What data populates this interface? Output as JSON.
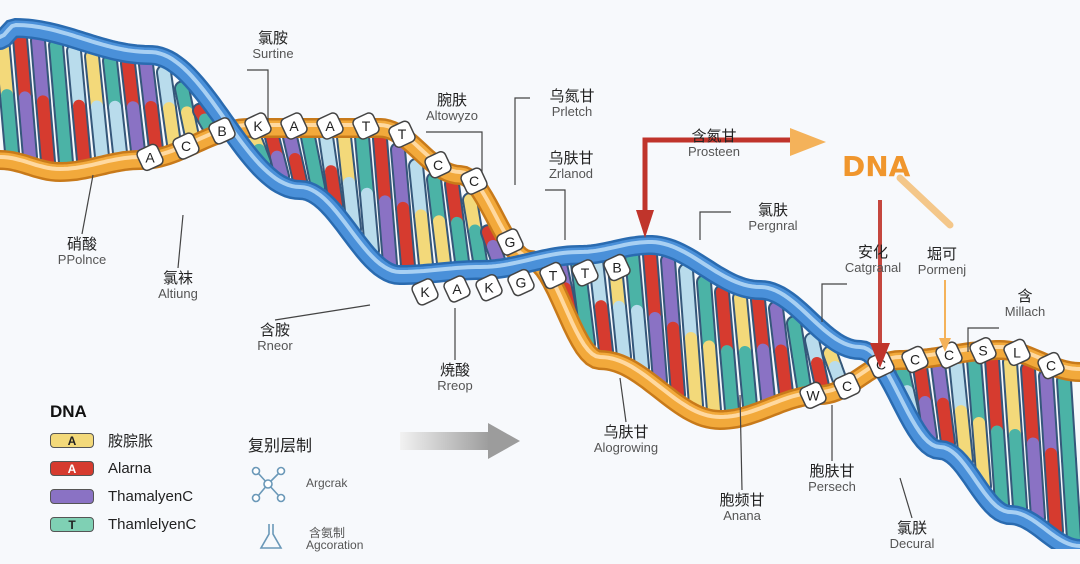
{
  "title": "DNA",
  "colors": {
    "backbone_blue": "#4a90d9",
    "backbone_orange": "#f2a93b",
    "base_yellow": "#f3d97a",
    "base_red": "#d63b2f",
    "base_purple": "#8a72c4",
    "base_teal": "#4bb3a6",
    "base_lightblue": "#b9dcec",
    "arrow_red": "#c0342b",
    "arrow_orange": "#f4b25a"
  },
  "labels": [
    {
      "cn": "氯胺",
      "en": "Surtine"
    },
    {
      "cn": "腕肤",
      "en": "Altowyzo"
    },
    {
      "cn": "乌氮甘",
      "en": "Prletch"
    },
    {
      "cn": "含氮甘",
      "en": "Prosteen"
    },
    {
      "cn": "乌肤甘",
      "en": "Zrlanod"
    },
    {
      "cn": "氯肤",
      "en": "Pergnral"
    },
    {
      "cn": "安化",
      "en": "Catgranal"
    },
    {
      "cn": "堀可",
      "en": "Pormenj"
    },
    {
      "cn": "含",
      "en": "Millach"
    },
    {
      "cn": "硝酸",
      "en": "PPolnce"
    },
    {
      "cn": "氯袜",
      "en": "Altiung"
    },
    {
      "cn": "含胺",
      "en": "Rneor"
    },
    {
      "cn": "焼酸",
      "en": "Rreop"
    },
    {
      "cn": "乌肤甘",
      "en": "Alogrowing"
    },
    {
      "cn": "胞肤甘",
      "en": "Persech"
    },
    {
      "cn": "胞频甘",
      "en": "Anana"
    },
    {
      "cn": "氯朕",
      "en": "Decural"
    }
  ],
  "base_letters": {
    "run1": [
      "A",
      "C",
      "B",
      "K",
      "A",
      "A",
      "T",
      "T",
      "C",
      "C",
      "G"
    ],
    "run2": [
      "K",
      "A",
      "K",
      "G",
      "T",
      "T",
      "B"
    ],
    "run3": [
      "W",
      "C",
      "C",
      "C",
      "C",
      "S",
      "L",
      "C"
    ]
  },
  "legend": {
    "title": "DNA",
    "items": [
      {
        "letter": "A",
        "label": "胺腙胀",
        "color": "#f3d97a"
      },
      {
        "letter": "A",
        "label": "Alarna",
        "color": "#d63b2f"
      },
      {
        "letter": "",
        "label": "ThamalyenC",
        "color": "#8a72c4"
      },
      {
        "letter": "T",
        "label": "ThamlelyenC",
        "color": "#7fd0b4"
      }
    ]
  },
  "replication": {
    "title": "复别层制",
    "item1": "Argcrak",
    "item2": "含氨制",
    "item3": "Agcoration"
  }
}
